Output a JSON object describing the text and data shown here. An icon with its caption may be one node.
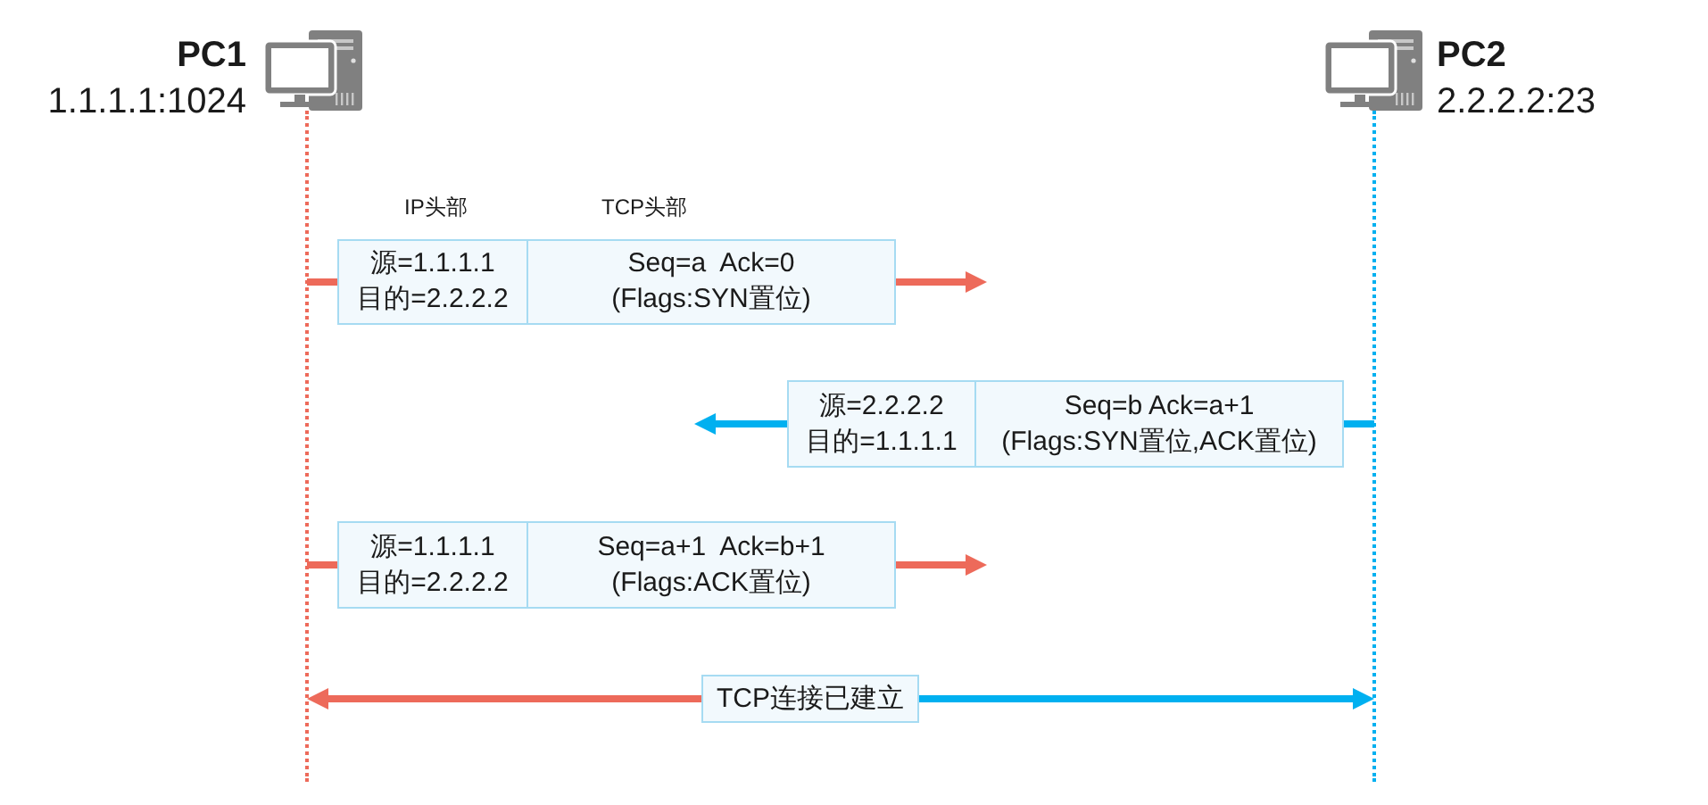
{
  "diagram": {
    "nodes": [
      {
        "text": [],
        "shape": "picture",
        "beside": [
          "PC1",
          "1.1.1.1:1024"
        ]
      },
      {
        "text": [],
        "shape": "picture",
        "beside": [
          "PC2",
          "2.2.2.2:23"
        ]
      },
      {
        "text": [],
        "shape": "line"
      },
      {
        "text": [],
        "shape": "line"
      },
      {
        "text": [
          "源=1.1.1.1",
          "目的=2.2.2.2"
        ],
        "beside": [
          "IP头部"
        ]
      },
      {
        "text": [
          "Seq=a  Ack=0",
          "(Flags:SYN置位)"
        ],
        "beside": [
          "TCP头部"
        ]
      },
      {
        "text": [
          "源=2.2.2.2",
          "目的=1.1.1.1"
        ]
      },
      {
        "text": [
          "Seq=b Ack=a+1",
          "(Flags:SYN置位,ACK置位)"
        ]
      },
      {
        "text": [
          "源=1.1.1.1",
          "目的=2.2.2.2"
        ]
      },
      {
        "text": [
          "Seq=a+1  Ack=b+1",
          "(Flags:ACK置位)"
        ]
      },
      {
        "text": [
          "TCP连接已建立"
        ]
      }
    ],
    "edges": [
      {
        "from": 2,
        "to": 4,
        "arrow": "none"
      },
      {
        "from": 5,
        "to": null,
        "arrow": "to"
      },
      {
        "from": 3,
        "to": 7,
        "arrow": "none",
        "color": "#00b0f0"
      },
      {
        "from": 6,
        "to": null,
        "arrow": "to",
        "color": "#00b0f0"
      },
      {
        "from": 2,
        "to": 8,
        "arrow": "none"
      },
      {
        "from": 9,
        "to": null,
        "arrow": "to"
      },
      {
        "from": 10,
        "to": 2,
        "arrow": "to"
      },
      {
        "from": 10,
        "to": 3,
        "arrow": "to",
        "color": "#00b0f0"
      }
    ]
  }
}
